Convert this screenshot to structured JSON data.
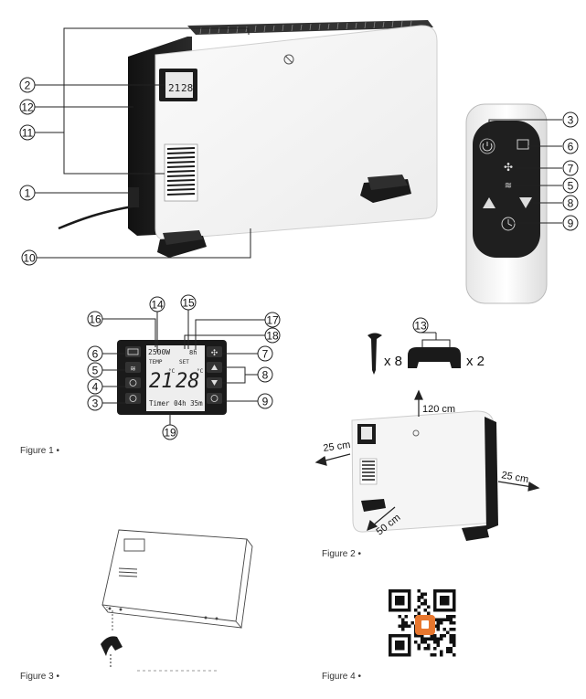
{
  "figures": {
    "fig1": "Figure 1 •",
    "fig2": "Figure 2 •",
    "fig3": "Figure 3 •",
    "fig4": "Figure 4 •"
  },
  "callouts": {
    "c1": "1",
    "c2": "2",
    "c3": "3",
    "c4": "4",
    "c5": "5",
    "c6": "6",
    "c7": "7",
    "c8": "8",
    "c9": "9",
    "c10": "10",
    "c11": "11",
    "c12": "12",
    "c13": "13",
    "c14": "14",
    "c15": "15",
    "c16": "16",
    "c17": "17",
    "c18": "18",
    "c19": "19"
  },
  "display": {
    "power": "2500W",
    "fan_mode": "8h",
    "temp_label": "TEMP",
    "set_label": "SET",
    "current_temp": "21",
    "set_temp": "28",
    "unit": "°C",
    "timer": "Timer 04h 35m"
  },
  "mini_display": {
    "current_temp": "21",
    "set_temp": "28"
  },
  "clearance": {
    "top": "120 cm",
    "left": "25 cm",
    "right": "25 cm",
    "front": "50 cm"
  },
  "accessories": {
    "screws": "x 8",
    "feet": "x 2"
  },
  "colors": {
    "body": "#ffffff",
    "frame": "#1b1b1b",
    "accent": "#e8772e"
  }
}
